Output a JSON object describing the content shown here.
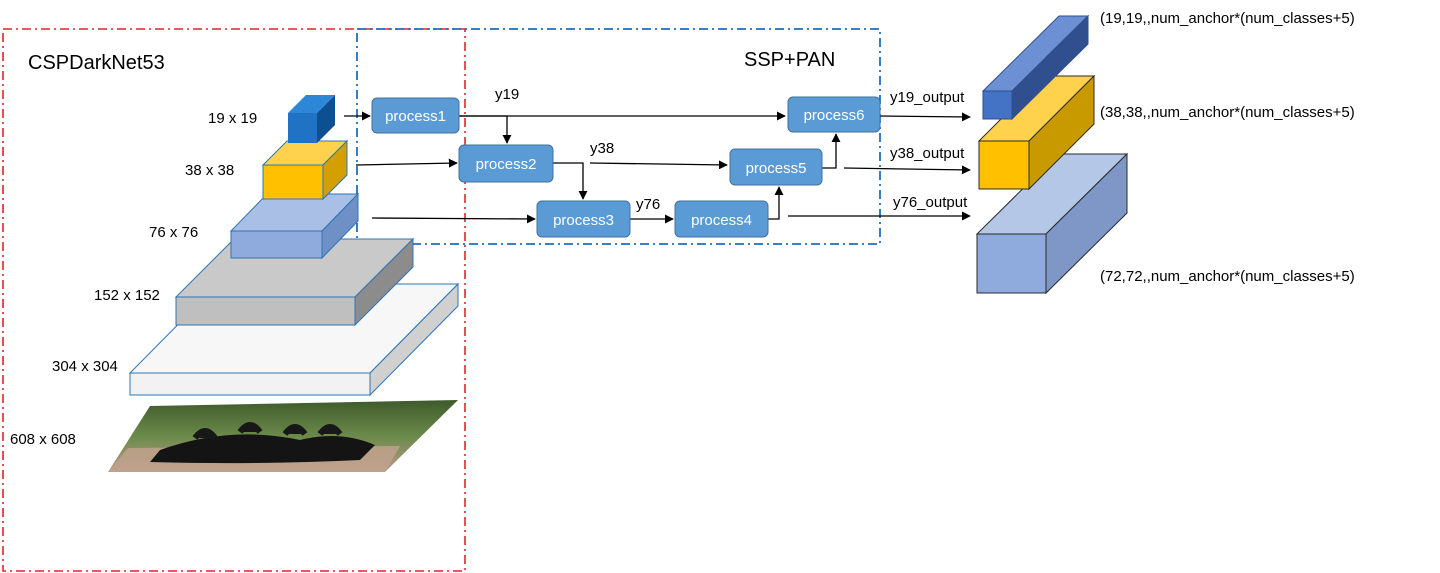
{
  "backbone": {
    "title": "CSPDarkNet53",
    "levels": [
      "19 x 19",
      "38 x 38",
      "76 x 76",
      "152 x 152",
      "304 x 304",
      "608 x 608"
    ]
  },
  "neck": {
    "title": "SSP+PAN",
    "processes": [
      "process1",
      "process2",
      "process3",
      "process4",
      "process5",
      "process6"
    ],
    "edge_labels": [
      "y19",
      "y38",
      "y76"
    ]
  },
  "outputs": {
    "labels": [
      "y19_output",
      "y38_output",
      "y76_output"
    ],
    "shapes": [
      "(19,19,,num_anchor*(num_classes+5)",
      "(38,38,,num_anchor*(num_classes+5)",
      "(72,72,,num_anchor*(num_classes+5)"
    ]
  },
  "colors": {
    "backbone_border": "#e0242a",
    "neck_border": "#1f6fbf",
    "process_fill": "#5b9bd5",
    "level19": "#1f72c4",
    "level38": "#ffc000",
    "level76": "#8faadc",
    "level152": "#bfbfbf",
    "level304": "#f2f2f2"
  }
}
